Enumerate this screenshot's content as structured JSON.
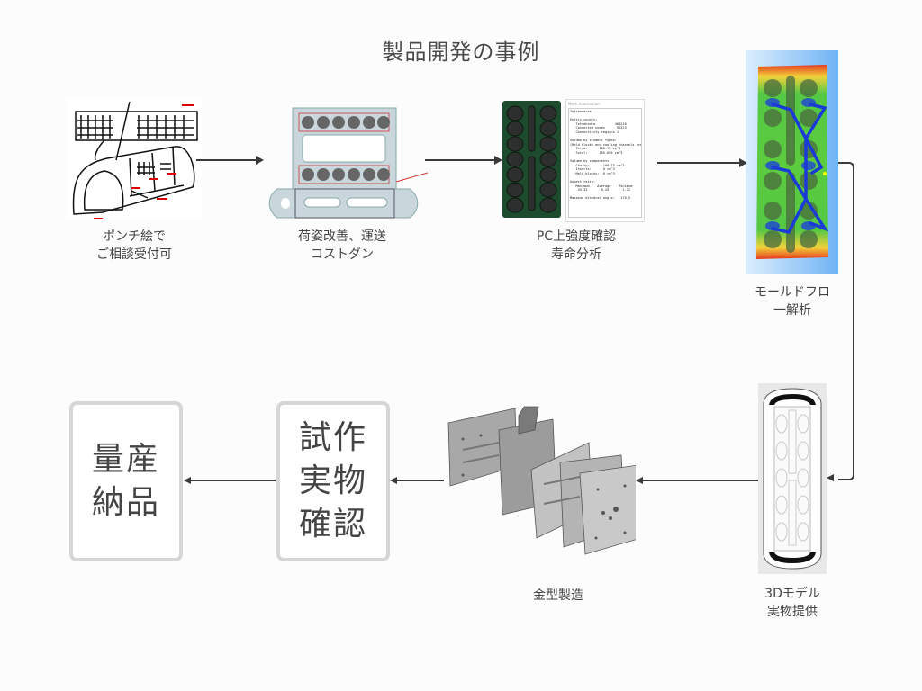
{
  "title": "製品開発の事例",
  "steps": [
    {
      "id": "sketch",
      "label": "ポンチ絵で\nご相談受付可"
    },
    {
      "id": "packaging",
      "label": "荷姿改善、運送\nコストダン"
    },
    {
      "id": "strength",
      "label": "PC上強度確認\n寿命分析"
    },
    {
      "id": "moldflow",
      "label": "モールドフロ\n一解析"
    },
    {
      "id": "model3d",
      "label": "3Dモデル\n実物提供"
    },
    {
      "id": "mold",
      "label": "金型製造"
    },
    {
      "id": "prototype",
      "label": "試作\n実物\n確認"
    },
    {
      "id": "mass",
      "label": "量産\n納品"
    }
  ],
  "mesh_info": {
    "window_title": "Mesh Information",
    "lines": [
      "Tetrahedras",
      "",
      "Entity counts:",
      "   Tetrahedra          403216",
      "   Connected nodes      92323",
      "   Connectivity regions 1",
      "",
      "Volume by element types:",
      "(Mold blocks and cooling channels are n",
      "   Tetra:      100.75 cm^3",
      "   Total:      165.695 cm^3",
      "",
      "Volume by components:",
      "   Cavity:       100.75 cm^3",
      "   Inserts:      0 cm^3",
      "   Mold blocks:  0 cm^3",
      "",
      "Aspect ratio:",
      "   Maximum    Average    Minimum",
      "    45.33       8.25       1.12",
      "",
      "Maximum dihedral angle:   176.5"
    ]
  }
}
